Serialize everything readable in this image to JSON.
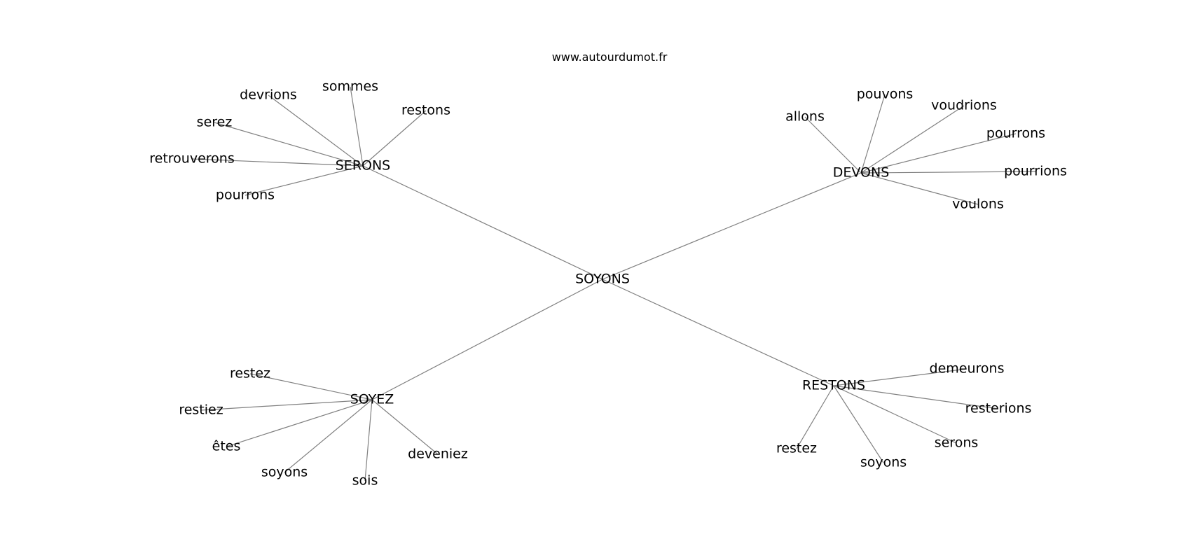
{
  "source": "www.autourdumot.fr",
  "graph": {
    "center": "SOYONS",
    "groups": [
      {
        "hub": "SERONS",
        "words": [
          "devrions",
          "sommes",
          "restons",
          "serez",
          "retrouverons",
          "pourrons"
        ]
      },
      {
        "hub": "DEVONS",
        "words": [
          "allons",
          "pouvons",
          "voudrions",
          "pourrons",
          "pourrions",
          "voulons"
        ]
      },
      {
        "hub": "SOYEZ",
        "words": [
          "restez",
          "restiez",
          "êtes",
          "soyons",
          "sois",
          "deveniez"
        ]
      },
      {
        "hub": "RESTONS",
        "words": [
          "demeurons",
          "resterions",
          "serons",
          "soyons",
          "restez"
        ]
      }
    ]
  },
  "colors": {
    "edge": "#808080",
    "text": "#000000",
    "background": "#ffffff"
  }
}
